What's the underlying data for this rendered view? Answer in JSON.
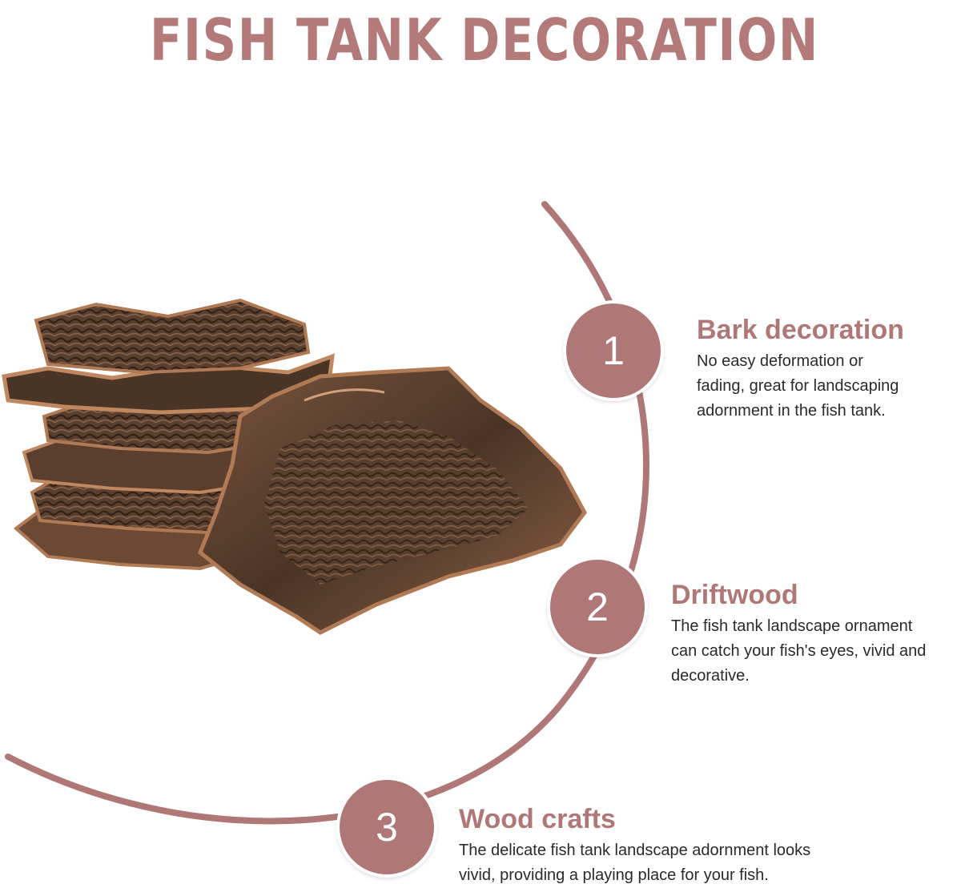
{
  "title": "FISH TANK DECORATION",
  "colors": {
    "accent": "#b07777",
    "title": "#b47a7a",
    "bark_dark": "#3b2a20",
    "bark_mid": "#6b4a35",
    "bark_light": "#b07a55"
  },
  "image": {
    "icon": "cork-bark-pieces-image"
  },
  "features": [
    {
      "number": "1",
      "heading": "Bark decoration",
      "lines": [
        "No easy deformation or",
        "fading, great for landscaping",
        "adornment in the fish tank."
      ]
    },
    {
      "number": "2",
      "heading": "Driftwood",
      "lines": [
        "The fish tank landscape ornament",
        "can catch your fish's eyes, vivid and",
        "decorative."
      ]
    },
    {
      "number": "3",
      "heading": "Wood crafts",
      "lines": [
        "The delicate fish tank landscape adornment looks",
        "vivid, providing a playing place for your fish."
      ]
    }
  ]
}
